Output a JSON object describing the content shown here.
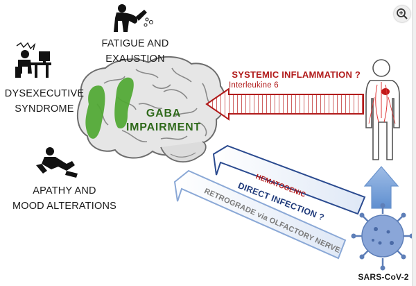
{
  "labels": {
    "fatigue_line1": "FATIGUE AND",
    "fatigue_line2": "EXAUSTION",
    "dysexecutive_line1": "DYSEXECUTIVE",
    "dysexecutive_line2": "SYNDROME",
    "apathy_line1": "APATHY AND",
    "apathy_line2": "MOOD ALTERATIONS",
    "gaba_line1": "GABA",
    "gaba_line2": "IMPAIRMENT",
    "systemic": "SYSTEMIC INFLAMMATION ?",
    "interleukine": "Interleukine  6",
    "hematogenic": "HEMATOGENIC",
    "direct_infection": "DIRECT INFECTION ?",
    "retrograde": "RETROGRADE via OLFACTORY NERVE",
    "virus": "SARS-CoV-2"
  },
  "icons": {
    "zoom": "zoom-in-icon",
    "fatigue": "tired-person-icon",
    "dysexecutive": "person-at-desk-icon",
    "apathy": "reclining-person-icon",
    "body": "human-body-icon",
    "virus": "coronavirus-icon",
    "brain": "brain-icon"
  },
  "colors": {
    "red_arrow": "#b11a1a",
    "blue_arrow": "#2a4a8f",
    "light_blue_arrow": "#8aa8d6",
    "upward_arrow": "#7ea6db",
    "gaba_text": "#2f6a1b",
    "brain_highlight": "#4fa832",
    "virus": "#8aa6d8"
  }
}
